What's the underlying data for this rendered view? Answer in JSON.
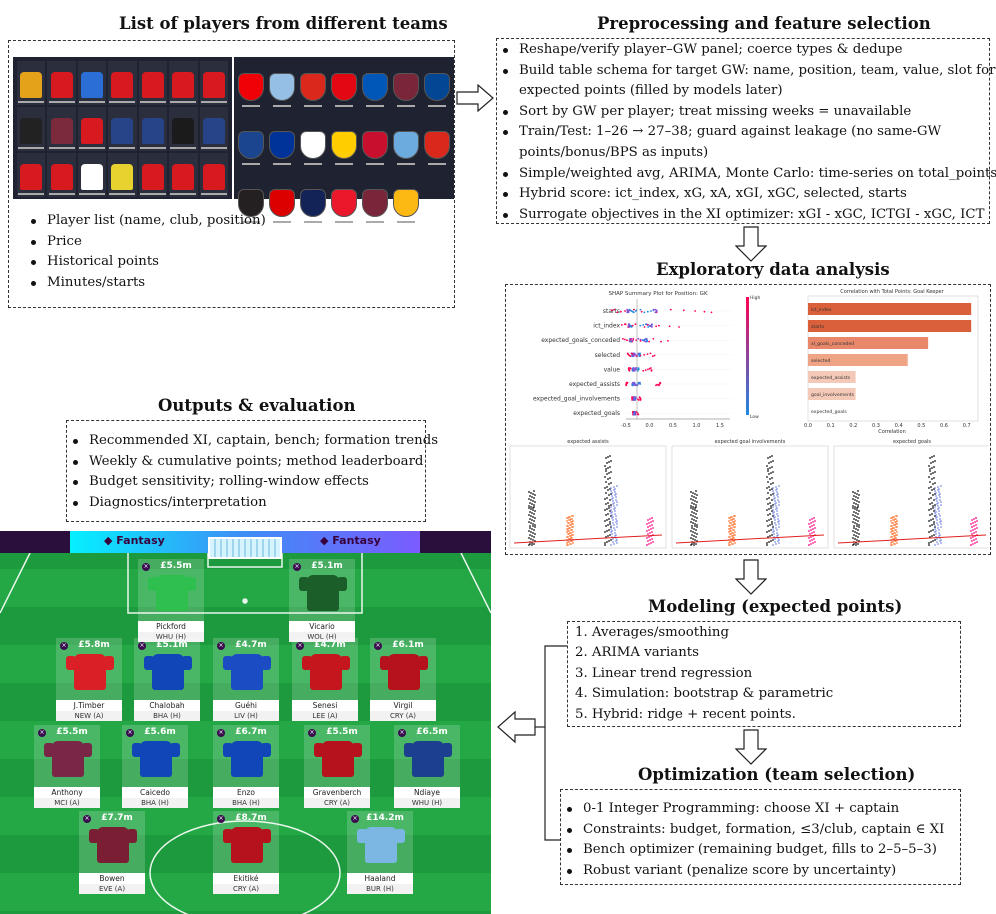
{
  "players_panel": {
    "title": "List of players from different teams",
    "bullets": [
      "Player list (name, club, position)",
      "Price",
      "Historical points",
      "Minutes/starts"
    ],
    "shirt_colors": [
      "#e3a21a",
      "#d71920",
      "#2a6ed6",
      "#d71920",
      "#d71920",
      "#d71920",
      "#d71920",
      "#222222",
      "#7a2a3a",
      "#d71920",
      "#274488",
      "#274488",
      "#1b1b1b",
      "#274488",
      "#d71920",
      "#d71920",
      "#ffffff",
      "#e8d230",
      "#d71920",
      "#d71920",
      "#d71920"
    ],
    "crest_colors": [
      "#ef0107",
      "#95bfe5",
      "#da291c",
      "#e30613",
      "#0057b8",
      "#7a263a",
      "#034694",
      "#1b458f",
      "#003399",
      "#ffffff",
      "#ffcd00",
      "#c8102e",
      "#6cabdd",
      "#da291c",
      "#241f20",
      "#dd0000",
      "#132257",
      "#eb172b",
      "#7a263a",
      "#fdb913"
    ]
  },
  "preproc": {
    "title": "Preprocessing and feature selection",
    "bullets": [
      "Reshape/verify player–GW panel; coerce types & dedupe",
      "Build table schema for target GW: name, position, team, value, slot for",
      "expected points (filled by models later)",
      "Sort by GW per player; treat missing weeks = unavailable",
      "Train/Test: 1–26 → 27–38; guard against leakage (no same-GW",
      "points/bonus/BPS as inputs)",
      "Simple/weighted avg, ARIMA, Monte Carlo: time-series on total_points",
      "Hybrid score: ict_index, xG, xA, xGI, xGC, selected, starts",
      "Surrogate objectives in the XI optimizer: xGI - xGC, ICTGI - xGC, ICT"
    ]
  },
  "eda": {
    "title": "Exploratory data analysis",
    "shap_title": "SHAP Summary Plot for Position: GK",
    "shap_features": [
      "starts",
      "ict_index",
      "expected_goals_conceded",
      "selected",
      "value",
      "expected_assists",
      "expected_goal_involvements",
      "expected_goals"
    ],
    "shap_ticks": [
      "-0.5",
      "0.0",
      "0.5",
      "1.0",
      "1.5"
    ],
    "shap_high": "High",
    "shap_low": "Low",
    "corr_title": "Correlation with Total Points: Goal Keeper",
    "corr_features": [
      "ict_index",
      "starts",
      "xl_goals_conceded",
      "selected",
      "expected_assists",
      "goal_involvements",
      "expected_goals"
    ],
    "corr_values": [
      0.72,
      0.72,
      0.53,
      0.44,
      0.21,
      0.21,
      0.0
    ],
    "corr_ticks": [
      "0.0",
      "0.1",
      "0.2",
      "0.3",
      "0.4",
      "0.5",
      "0.6",
      "0.7"
    ],
    "corr_xlabel": "Correlation",
    "scatter_titles": [
      "expected assists",
      "expected goal involvements",
      "expected goals"
    ]
  },
  "modeling": {
    "title": "Modeling (expected points)",
    "items": [
      "1. Averages/smoothing",
      "2. ARIMA variants",
      "3. Linear trend regression",
      "4. Simulation: bootstrap & parametric",
      "5. Hybrid: ridge + recent points."
    ]
  },
  "optimization": {
    "title": "Optimization (team selection)",
    "bullets": [
      "0-1 Integer Programming: choose XI + captain",
      "Constraints: budget, formation, ≤3/club, captain ∈ XI",
      "Bench optimizer (remaining budget, fills to 2–5–5–3)",
      "Robust variant (penalize score by uncertainty)"
    ]
  },
  "outputs": {
    "title": "Outputs & evaluation",
    "bullets": [
      "Recommended XI, captain, bench; formation trends",
      "Weekly & cumulative points; method leaderboard",
      "Budget sensitivity; rolling-window effects",
      "Diagnostics/interpretation"
    ]
  },
  "pitch": {
    "brand_left": "Fantasy",
    "brand_right": "Fantasy",
    "players": [
      {
        "price": "£5.5m",
        "name": "Pickford",
        "fixture": "WHU (H)",
        "color": "#2fbf4f"
      },
      {
        "price": "£5.1m",
        "name": "Vicario",
        "fixture": "WOL (H)",
        "color": "#1b5e2a"
      },
      {
        "price": "£5.8m",
        "name": "J.Timber",
        "fixture": "NEW (A)",
        "color": "#db1f26"
      },
      {
        "price": "£5.1m",
        "name": "Chalobah",
        "fixture": "BHA (H)",
        "color": "#1046b8"
      },
      {
        "price": "£4.7m",
        "name": "Guéhi",
        "fixture": "LIV (H)",
        "color": "#1b4cc4"
      },
      {
        "price": "£4.7m",
        "name": "Senesi",
        "fixture": "LEE (A)",
        "color": "#c4161c"
      },
      {
        "price": "£6.1m",
        "name": "Virgil",
        "fixture": "CRY (A)",
        "color": "#b5121b"
      },
      {
        "price": "£5.5m",
        "name": "Anthony",
        "fixture": "MCI (A)",
        "color": "#7a2747"
      },
      {
        "price": "£5.6m",
        "name": "Caicedo",
        "fixture": "BHA (H)",
        "color": "#1046b8"
      },
      {
        "price": "£6.7m",
        "name": "Enzo",
        "fixture": "BHA (H)",
        "color": "#1046b8"
      },
      {
        "price": "£5.5m",
        "name": "Gravenberch",
        "fixture": "CRY (A)",
        "color": "#b5121b"
      },
      {
        "price": "£6.5m",
        "name": "Ndiaye",
        "fixture": "WHU (H)",
        "color": "#1d3f8f"
      },
      {
        "price": "£7.7m",
        "name": "Bowen",
        "fixture": "EVE (A)",
        "color": "#7a1f33"
      },
      {
        "price": "£8.7m",
        "name": "Ekitiké",
        "fixture": "CRY (A)",
        "color": "#b5121b"
      },
      {
        "price": "£14.2m",
        "name": "Haaland",
        "fixture": "BUR (H)",
        "color": "#7bb7e2"
      }
    ]
  }
}
